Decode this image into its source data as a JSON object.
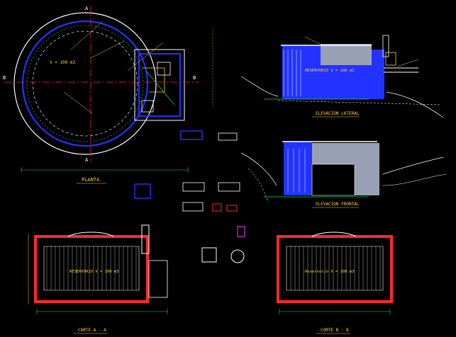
{
  "plan": {
    "volume_label": "V = 100 m3",
    "title": "PLANTA"
  },
  "elevations": {
    "lateral_tank_label": "RESERVORIO V = 100 m3",
    "lateral_title": "ELEVACION LATERAL",
    "frontal_title": "ELEVACION FRONTAL"
  },
  "sections": {
    "a_tank_label": "RESERVORIO V = 100 m3",
    "a_title": "CORTE A - A",
    "b_tank_label": "Reservorio V = 100 m3",
    "b_title": "CORTE B - B"
  },
  "colors": {
    "background": "#000000",
    "outline": "#ffffff",
    "structure": "#2233ff",
    "annotation": "#ffd23a",
    "dimension": "#22dd44",
    "concrete": "#ff2a2a",
    "water": "#22d8ff",
    "accent": "#ff3cff"
  }
}
